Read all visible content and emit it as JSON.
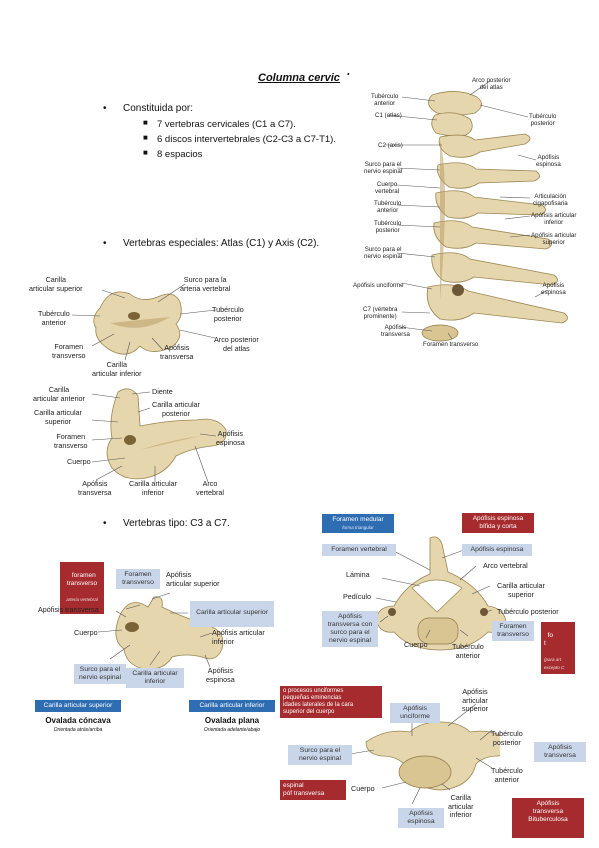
{
  "title": "Columna cervical",
  "intro": {
    "bullet": "Constituida por:",
    "items": [
      "7 vertebras cervicales (C1 a C7).",
      "6 discos intervertebrales (C2-C3 a C7-T1).",
      "8 espacios"
    ]
  },
  "especiales": "Vertebras especiales: Atlas (C1) y Axis (C2).",
  "tipo": "Vertebras tipo: C3 a C7.",
  "spine_labels": {
    "arco_posterior": "Arco posterior\ndel atlas",
    "tub_ant": "Tubérculo\nanterior",
    "c1": "C1 (atlas)",
    "tub_post": "Tubérculo\nposterior",
    "c2": "C2 (axis)",
    "apof_esp": "Apófisis\nespinosa",
    "surco1": "Surco para el\nnervio espinal",
    "cuerpo": "Cuerpo\nvertebral",
    "art_cigo": "Articulación\ncigapofisaria",
    "tub_ant2": "Tubérculo\nanterior",
    "apof_art_inf": "Apófisis articular\ninferior",
    "tub_post2": "Tubérculo\nposterior",
    "apof_art_sup": "Apófisis articular\nsuperior",
    "surco2": "Surco para el\nnervio espinal",
    "apof_unc": "Apófisis unciforme",
    "apof_esp2": "Apófisis\nespinosa",
    "c7": "C7 (vértebra\nprominente)",
    "apof_trans": "Apófisis\ntransversa",
    "foramen": "Foramen transverso"
  },
  "atlas_labels": {
    "carilla_sup": "Carilla\narticular superior",
    "surco_arteria": "Surco para la\narteria vertebral",
    "tub_ant": "Tubérculo\nanterior",
    "tub_post": "Tubérculo\nposterior",
    "foramen": "Foramen\ntransverso",
    "apof_trans": "Apófisis\ntransversa",
    "arco_post": "Arco posterior\ndel atlas",
    "carilla_inf": "Carilla\narticular inferior"
  },
  "axis_labels": {
    "carilla_ant": "Carilla\narticular anterior",
    "diente": "Diente",
    "carilla_post": "Carilla articular\nposterior",
    "carilla_sup": "Carilla articular\nsuperior",
    "foramen": "Foramen\ntransverso",
    "apof_esp": "Apófisis\nespinosa",
    "cuerpo": "Cuerpo",
    "apof_trans": "Apófisis\ntransversa",
    "carilla_inf": "Carilla articular\ninferior",
    "arco": "Arco\nvertebral"
  },
  "lateral": {
    "red_foramen": "foramen\ntransverso",
    "red_foramen_sub": "arteria vertebral",
    "foramen_trans": "Foramen\ntransverso",
    "apof_art_sup": "Apófisis\narticular superior",
    "apof_trans": "Apófisis transversa",
    "carilla_sup": "Carilla articular superior",
    "cuerpo": "Cuerpo",
    "apof_art_inf": "Apófisis articular\ninferior",
    "surco": "Surco para el\nnervio espinal",
    "carilla_inf": "Carilla articular\ninferior",
    "apof_esp": "Apófisis\nespinosa",
    "box_left": "Carilla articular superior",
    "box_right": "Carilla articular inferior",
    "cap_left": "Ovalada cóncava",
    "cap_left_sub": "Orientada atrás/arriba",
    "cap_right": "Ovalada plana",
    "cap_right_sub": "Orientada adelante/abajo"
  },
  "superior": {
    "foramen_medular": "Foramen medular",
    "foramen_medular_sub": "forma triangular",
    "apof_esp_red": "Apófisis espinosa\nbífida y corta",
    "foramen_vert": "Foramen vertebral",
    "apof_esp": "Apófisis espinosa",
    "lamina": "Lámina",
    "arco_vert": "Arco vertebral",
    "pediculo": "Pedículo",
    "carilla_sup": "Carilla articular\nsuperior",
    "apof_trans": "Apófisis\ntransversa con\nsurco para el\nnervio espinal",
    "tub_post": "Tubérculo posterior",
    "foramen_trans": "Foramen\ntransverso",
    "cuerpo": "Cuerpo",
    "tub_ant": "Tubérculo\nanterior",
    "red_edge": "fo\nt",
    "red_edge_sub": "(para art\nexcepto C\ncervic"
  },
  "frontal": {
    "red_top": "o procesos unciformes\npequeñas eminencias\nidades laterales de la cara\nsuperior del cuerpo",
    "apof_unc": "Apófisis\nunciforme",
    "apof_art_sup": "Apófisis\narticular\nsuperior",
    "tub_post": "Tubérculo\nposterior",
    "apof_trans_box": "Apófisis\ntransversa",
    "surco": "Surco para el\nnervio espinal",
    "tub_ant": "Tubérculo\nanterior",
    "red_espinal": "espinal\npóf transversa",
    "cuerpo": "Cuerpo",
    "carilla_inf": "Carilla\narticular\ninferior",
    "apof_esp": "Apófisis\nespinosa",
    "red_bottom": "Apófisis\ntransversa\nBituberculosa"
  }
}
